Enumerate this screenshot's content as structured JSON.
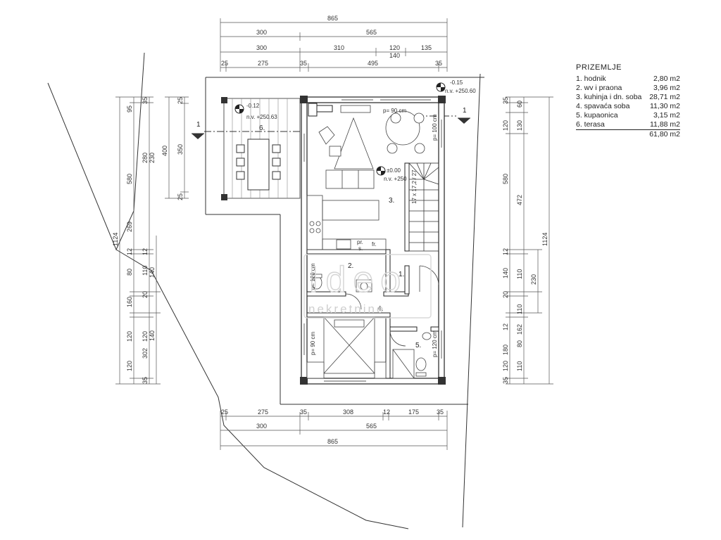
{
  "legend": {
    "title": "PRIZEMLJE",
    "rooms": [
      {
        "name": "1. hodnik",
        "area": "2,80 m2"
      },
      {
        "name": "2. wv i praona",
        "area": "3,96 m2"
      },
      {
        "name": "3. kuhinja i dn. soba",
        "area": "28,71 m2"
      },
      {
        "name": "4. spavaća soba",
        "area": "11,30 m2"
      },
      {
        "name": "5. kupaonica",
        "area": "3,15 m2"
      },
      {
        "name": "6. terasa",
        "area": "11,88 m2"
      }
    ],
    "total": "61,80 m2"
  },
  "room_numbers": {
    "r1": "1.",
    "r2": "2.",
    "r3": "3.",
    "r4": "4.",
    "r5": "5.",
    "r6": "6."
  },
  "section_marks": {
    "left": "1",
    "right": "1"
  },
  "levels": {
    "terrace_level": "-0.12",
    "terrace_nv": "n.v. +250.63",
    "floor_level": "±0.00",
    "floor_nv": "n.v. +250",
    "outside_level": "-0.15",
    "outside_nv": "n.v. +250.60"
  },
  "openings": {
    "p90_top": "p= 90 cm",
    "p100": "p= 100 cm",
    "p120_left": "p= 120 cm",
    "p90_left": "p= 90 cm",
    "p120_bath": "p= 120 cm"
  },
  "fixtures": {
    "pr": "pr.",
    "s": "s.",
    "fr": "fr."
  },
  "stair_steps": "17 x 17,2 / 27",
  "dims": {
    "top": {
      "row1": [
        "865"
      ],
      "row2": [
        "300",
        "565"
      ],
      "row3": [
        "300",
        "310",
        "120",
        "135"
      ],
      "row3b": [
        "140"
      ],
      "row4": [
        "25",
        "275",
        "35",
        "495",
        "35"
      ]
    },
    "bottom": {
      "row1": [
        "25",
        "275",
        "35",
        "308",
        "12",
        "175",
        "35"
      ],
      "row2": [
        "300",
        "565"
      ],
      "row3": [
        "865"
      ]
    },
    "left": {
      "col1": [
        "1124"
      ],
      "col2": [
        "95",
        "580",
        "269",
        "12",
        "80",
        "160",
        "120",
        "120"
      ],
      "col3": [
        "35",
        "280",
        "12",
        "110",
        "20",
        "120",
        "302",
        "35"
      ],
      "col4": [
        "230",
        "140",
        "140"
      ],
      "col5": [
        "400"
      ],
      "col6": [
        "25",
        "350",
        "25"
      ]
    },
    "right": {
      "col1": [
        "35",
        "120",
        "580",
        "12",
        "140",
        "20",
        "12",
        "180",
        "120",
        "35"
      ],
      "col2": [
        "60",
        "130",
        "472",
        "110",
        "110",
        "162",
        "80",
        "110"
      ],
      "col3": [
        "230"
      ],
      "col4": [
        "1124"
      ]
    }
  },
  "watermark": {
    "line1": "Ideo",
    "line2": "nekretnine"
  }
}
